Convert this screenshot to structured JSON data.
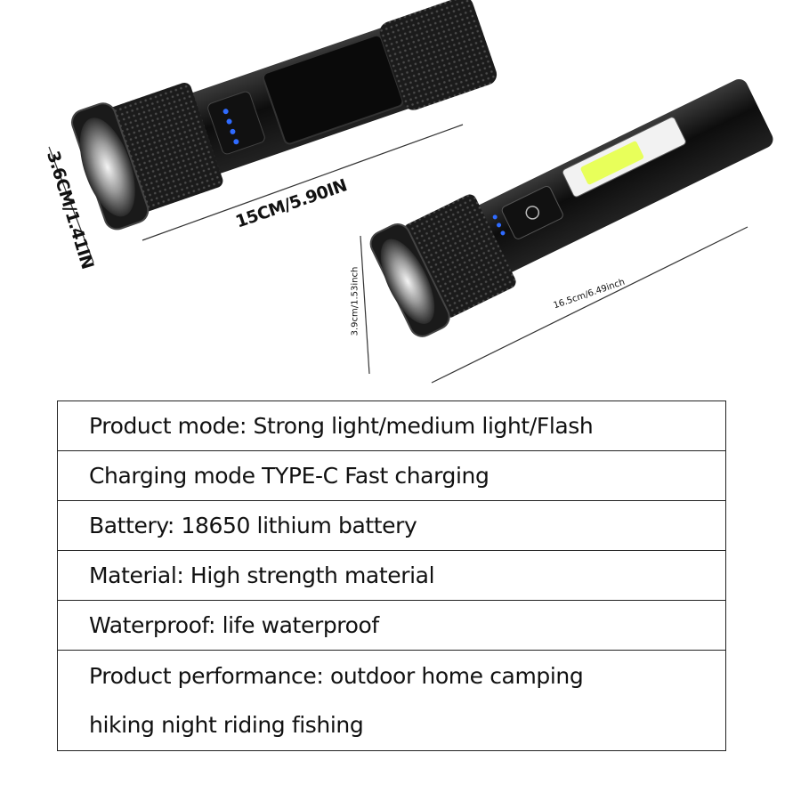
{
  "dimensions": {
    "flashlight_1_length": "15CM/5.90IN",
    "flashlight_1_width": "3.6CM/1.41IN",
    "flashlight_2_length": "16.5cm/6.49inch",
    "flashlight_2_width": "3.9cm/1.53inch"
  },
  "specs": [
    "Product mode: Strong light/medium light/Flash",
    "Charging mode TYPE-C Fast charging",
    "Battery: 18650 lithium battery",
    "Material: High strength material",
    "Waterproof: life waterproof"
  ],
  "performance": {
    "line1": "Product performance: outdoor home camping",
    "line2": "hiking night riding fishing"
  },
  "colors": {
    "body": "#141414",
    "indicator": "#2f6bff",
    "cob_light": "#e8ff5a"
  }
}
